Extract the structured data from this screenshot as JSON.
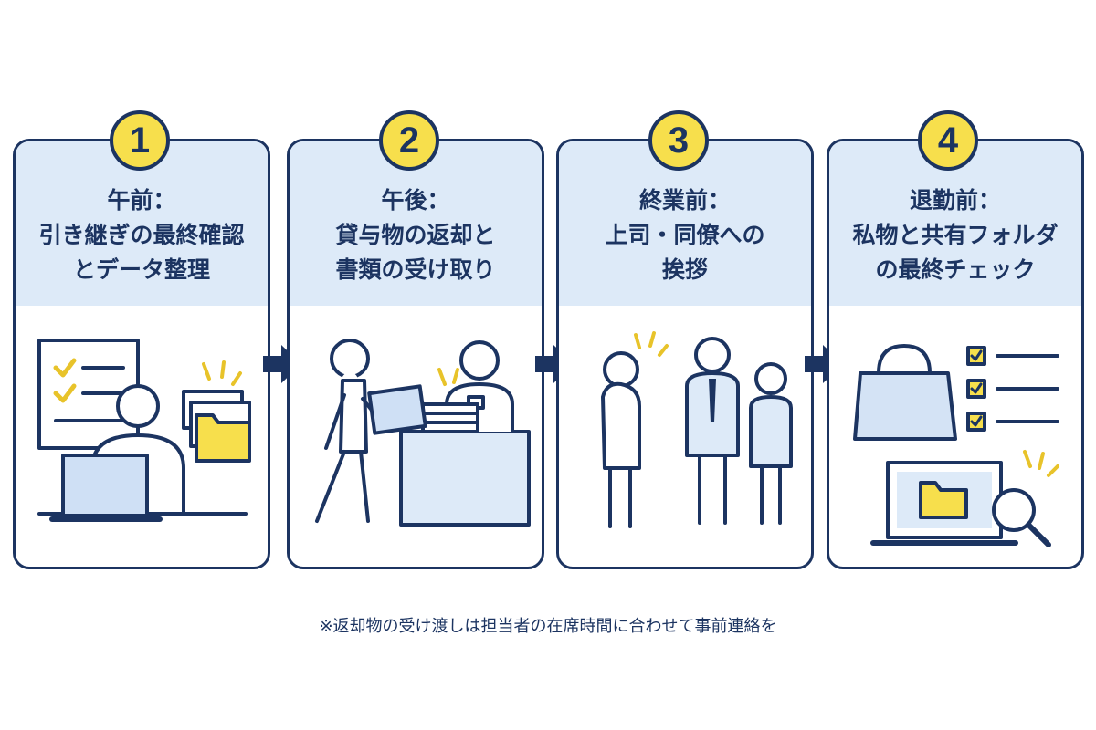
{
  "steps": [
    {
      "number": "1",
      "title_lines": [
        "午前：",
        "引き継ぎの最終確認",
        "とデータ整理"
      ]
    },
    {
      "number": "2",
      "title_lines": [
        "午後：",
        "貸与物の返却と",
        "書類の受け取り"
      ]
    },
    {
      "number": "3",
      "title_lines": [
        "終業前：",
        "上司・同僚への",
        "挨拶"
      ]
    },
    {
      "number": "4",
      "title_lines": [
        "退勤前：",
        "私物と共有フォルダ",
        "の最終チェック"
      ]
    }
  ],
  "note": "※返却物の受け渡しは担当者の在席時間に合わせて事前連絡を",
  "colors": {
    "navy": "#1c3461",
    "light_blue": "#ddeaf8",
    "yellow": "#f7df4c",
    "bag_blue": "#d4e3f5"
  }
}
